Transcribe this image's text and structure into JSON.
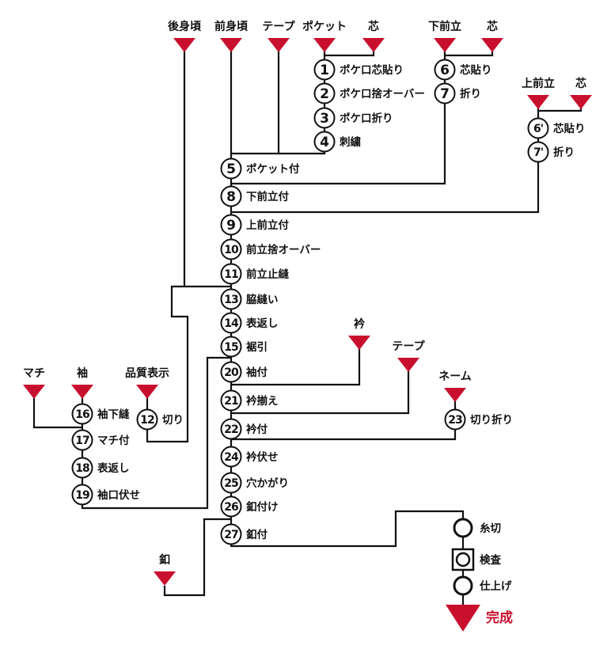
{
  "colors": {
    "triangle": "#c8102e",
    "line": "#111111",
    "finish_text": "#c8102e"
  },
  "inputs": {
    "back_body": "後身頃",
    "front_body": "前身頃",
    "tape1": "テープ",
    "pocket": "ポケット",
    "core1": "芯",
    "lower_front_placket": "下前立",
    "core2": "芯",
    "upper_front_placket": "上前立",
    "core3": "芯",
    "collar": "衿",
    "tape2": "テープ",
    "name_label": "ネーム",
    "gusset": "マチ",
    "sleeve": "袖",
    "quality_label": "品質表示",
    "button": "釦"
  },
  "steps": [
    {
      "num": "1",
      "label": "ポケ口芯貼り"
    },
    {
      "num": "2",
      "label": "ポケ口捨オーバー"
    },
    {
      "num": "3",
      "label": "ポケ口折り"
    },
    {
      "num": "4",
      "label": "刺繍"
    },
    {
      "num": "5",
      "label": "ポケット付"
    },
    {
      "num": "6",
      "label": "芯貼り"
    },
    {
      "num": "7",
      "label": "折り"
    },
    {
      "num": "6'",
      "label": "芯貼り"
    },
    {
      "num": "7'",
      "label": "折り"
    },
    {
      "num": "8",
      "label": "下前立付"
    },
    {
      "num": "9",
      "label": "上前立付"
    },
    {
      "num": "10",
      "label": "前立捨オーバー"
    },
    {
      "num": "11",
      "label": "前立止縫"
    },
    {
      "num": "13",
      "label": "脇縫い"
    },
    {
      "num": "14",
      "label": "表返し"
    },
    {
      "num": "15",
      "label": "裾引"
    },
    {
      "num": "20",
      "label": "袖付"
    },
    {
      "num": "21",
      "label": "衿揃え"
    },
    {
      "num": "22",
      "label": "衿付"
    },
    {
      "num": "23",
      "label": "切り折り"
    },
    {
      "num": "24",
      "label": "衿伏せ"
    },
    {
      "num": "25",
      "label": "穴かがり"
    },
    {
      "num": "26",
      "label": "釦付け"
    },
    {
      "num": "27",
      "label": "釦付"
    },
    {
      "num": "16",
      "label": "袖下縫"
    },
    {
      "num": "12",
      "label": "切り"
    },
    {
      "num": "17",
      "label": "マチ付"
    },
    {
      "num": "18",
      "label": "表返し"
    },
    {
      "num": "19",
      "label": "袖口伏せ"
    }
  ],
  "final": {
    "thread_trim": "糸切",
    "inspection": "検査",
    "finishing": "仕上げ",
    "complete": "完成"
  }
}
